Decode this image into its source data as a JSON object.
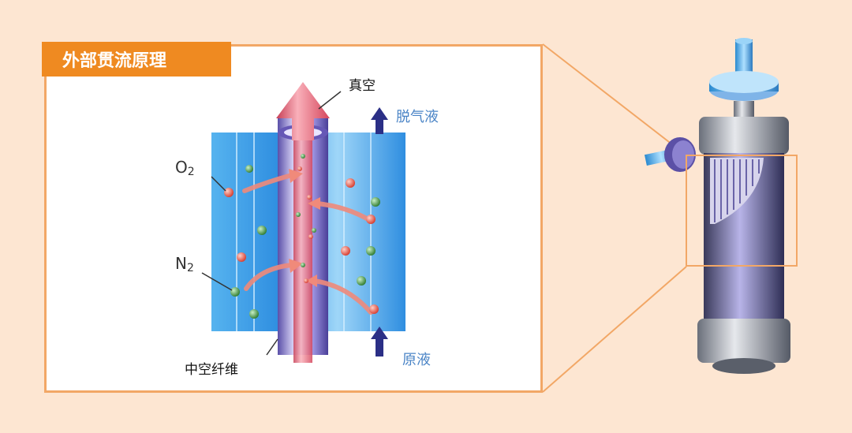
{
  "title": "外部贯流原理",
  "labels": {
    "vacuum": "真空",
    "degassed_liquid": "脱气液",
    "raw_liquid": "原液",
    "hollow_fiber": "中空纤维",
    "o2_base": "O",
    "o2_sub": "2",
    "n2_base": "N",
    "n2_sub": "2"
  },
  "colors": {
    "background": "#fde6d2",
    "title_tab": "#ef8a21",
    "frame": "#f2a766",
    "label_blue": "#4a84c6",
    "liquid_blue": "#3d9be0",
    "fiber_purple": "#8b7fd0",
    "arrow_pink": "#e96a7a",
    "o2_red": "#e0473a",
    "n2_green": "#3c8a3c",
    "flow_arrow_navy": "#2b2f86"
  }
}
